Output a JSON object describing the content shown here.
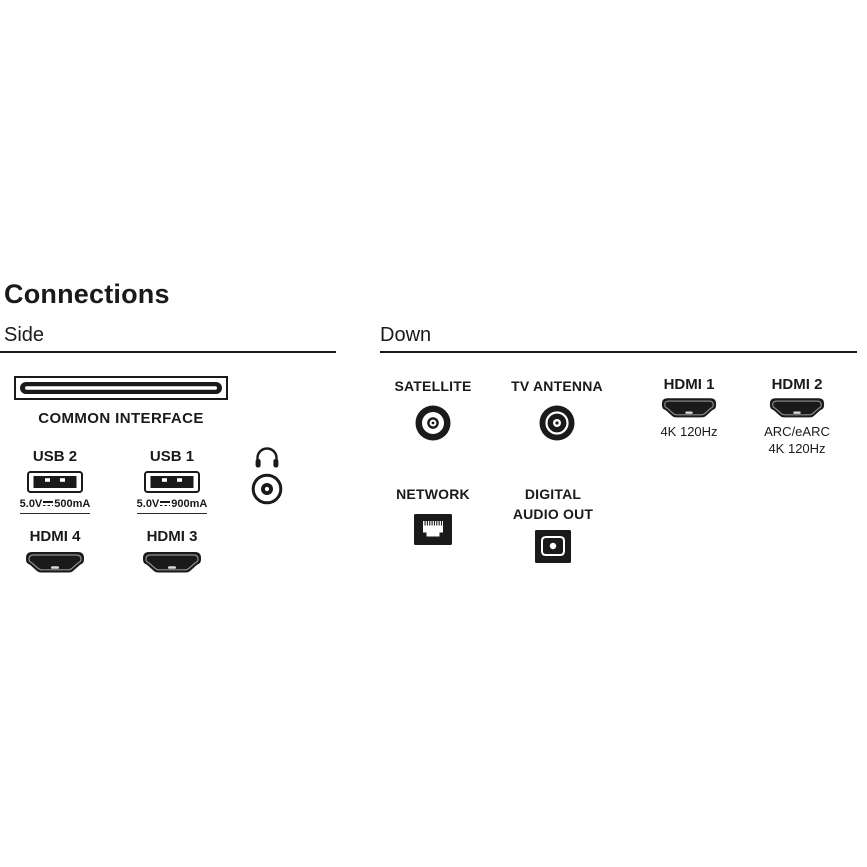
{
  "page": {
    "title": "Connections"
  },
  "side": {
    "heading": "Side",
    "common_interface_label": "COMMON INTERFACE",
    "usb2": {
      "label": "USB 2",
      "volt": "5.0V",
      "amp": "500mA"
    },
    "usb1": {
      "label": "USB 1",
      "volt": "5.0V",
      "amp": "900mA"
    },
    "hdmi4_label": "HDMI 4",
    "hdmi3_label": "HDMI 3"
  },
  "down": {
    "heading": "Down",
    "satellite_label": "SATELLITE",
    "tv_antenna_label": "TV ANTENNA",
    "hdmi1": {
      "label": "HDMI 1",
      "spec": "4K 120Hz"
    },
    "hdmi2": {
      "label": "HDMI 2",
      "spec_line1": "ARC/eARC",
      "spec_line2": "4K 120Hz"
    },
    "network_label": "NETWORK",
    "digital_audio": {
      "label_line1": "DIGITAL",
      "label_line2": "AUDIO OUT"
    }
  },
  "colors": {
    "ink": "#1a1a1a",
    "background": "#ffffff"
  }
}
